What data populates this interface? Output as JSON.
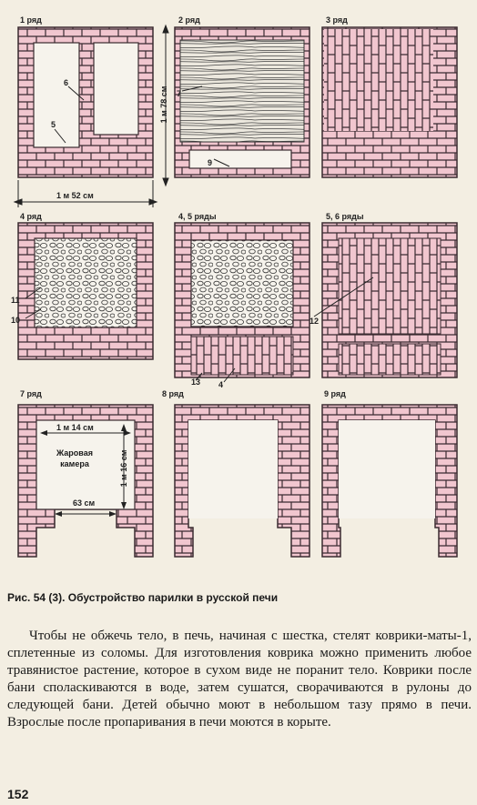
{
  "panels": {
    "p1": {
      "title": "1 ряд"
    },
    "p2": {
      "title": "2 ряд"
    },
    "p3": {
      "title": "3 ряд"
    },
    "p4": {
      "title": "4 ряд"
    },
    "p5": {
      "title": "4, 5 ряды"
    },
    "p6": {
      "title": "5, 6 ряды"
    },
    "p7": {
      "title": "7 ряд"
    },
    "p8": {
      "title": "8 ряд"
    },
    "p9": {
      "title": "9 ряд"
    }
  },
  "dimensions": {
    "height": "1 м 78 см",
    "width": "1 м 52 см",
    "chamber_width": "1 м 14 см",
    "chamber_height": "1 м 16 см",
    "opening": "63 см"
  },
  "callouts": {
    "c5": "5",
    "c6": "6",
    "c7": "7",
    "c9": "9",
    "c10": "10",
    "c11": "11",
    "c12": "12",
    "c13": "13",
    "c4": "4"
  },
  "chamber_label": {
    "line1": "Жаровая",
    "line2": "камера"
  },
  "caption": "Рис. 54 (3). Обустройство парилки в русской печи",
  "body": "Чтобы не обжечь тело, в печь, начиная с шестка, стелят коврики-маты-1, сплетенные из соломы. Для изготовления коврика можно применить любое травянистое растение, которое в сухом виде не поранит тело. Коврики после бани споласкиваются в воде, затем сушатся, сворачиваются в рулоны до следующей бани. Детей обычно моют в небольшом тазу прямо в печи. Взрослые после пропаривания в печи моются в корыте.",
  "page_number": "152",
  "colors": {
    "brick": "#f1c6cf",
    "mortar": "#3a2a30",
    "paper": "#f3eee2"
  }
}
